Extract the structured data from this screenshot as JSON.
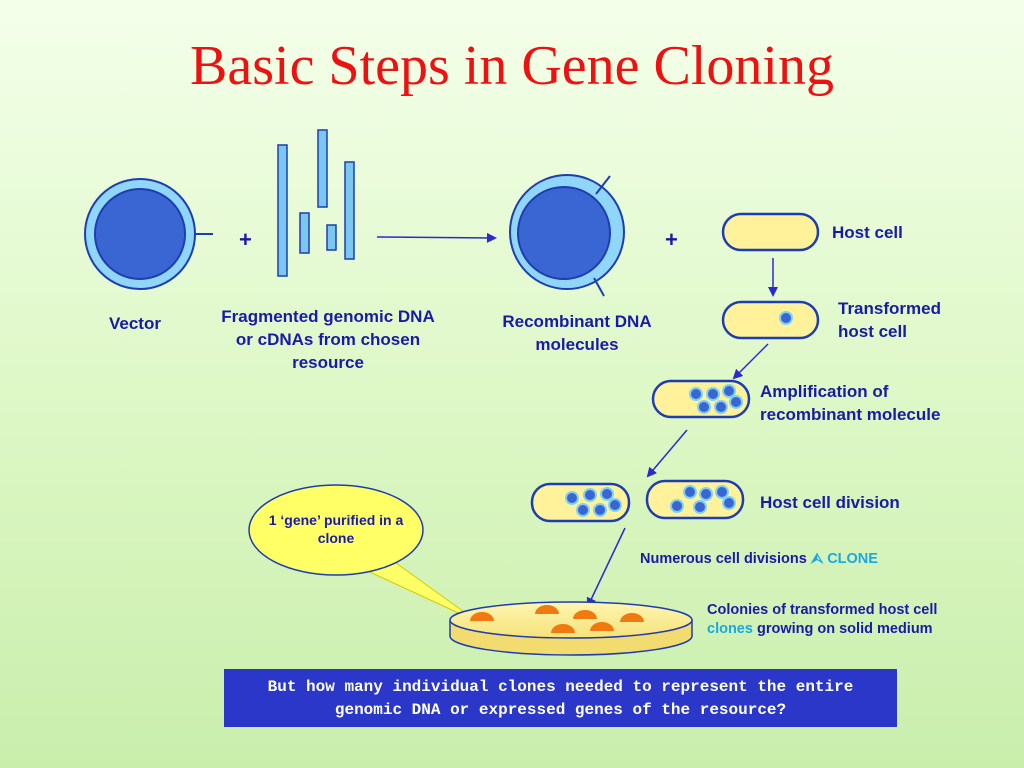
{
  "title": "Basic Steps in Gene Cloning",
  "labels": {
    "plus1": "+",
    "plus2": "+",
    "vector": "Vector",
    "fragmented": "Fragmented genomic DNA or cDNAs from chosen resource",
    "recombinant": "Recombinant DNA molecules",
    "host_cell": "Host cell",
    "transformed": "Transformed host cell",
    "amplification": "Amplification of recombinant molecule",
    "division": "Host cell division",
    "numerous": "Numerous cell divisions",
    "clone": "CLONE",
    "colonies_line1": "Colonies of transformed host cell",
    "colonies_clones": "clones",
    "colonies_rest": "growing on solid medium",
    "callout": "1 ‘gene’ purified in a clone"
  },
  "question": "But how many individual clones needed to represent the entire genomic DNA or expressed genes of the resource?",
  "colors": {
    "title": "#ee1111",
    "label": "#1a1aa8",
    "accent": "#1aa8e0",
    "circle_fill": "#3a66d4",
    "ring_fill": "#8fd6f8",
    "cell_fill": "#fff29a",
    "colony": "#f07a10",
    "callout_fill": "#ffff66",
    "question_bg": "#2a37c8"
  }
}
